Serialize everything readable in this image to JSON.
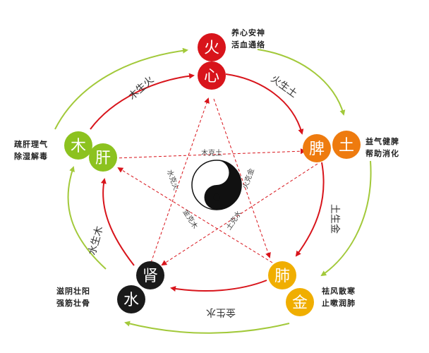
{
  "colors": {
    "fire": "#d8141b",
    "earth": "#ee7b0f",
    "metal": "#f0ae00",
    "water": "#1a1a1a",
    "wood": "#8cc21f",
    "arrow_green": "#a2c93a",
    "arrow_red": "#d8141b",
    "star_line": "#d8141b"
  },
  "elements": {
    "fire": {
      "element": "火",
      "organ": "心",
      "note": [
        "养心安神",
        "活血通络"
      ]
    },
    "earth": {
      "element": "土",
      "organ": "脾",
      "note": [
        "益气健脾",
        "帮助消化"
      ]
    },
    "metal": {
      "element": "金",
      "organ": "肺",
      "note": [
        "祛风散寒",
        "止嗽润肺"
      ]
    },
    "water": {
      "element": "水",
      "organ": "肾",
      "note": [
        "滋阴壮阳",
        "强筋壮骨"
      ]
    },
    "wood": {
      "element": "木",
      "organ": "肝",
      "note": [
        "疏肝理气",
        "除湿解毒"
      ]
    }
  },
  "generating": {
    "wood_fire": "木生火",
    "fire_earth": "火生土",
    "earth_metal": "土生金",
    "metal_water": "金生水",
    "water_wood": "水生木"
  },
  "controlling": {
    "wood_earth": "木克土",
    "water_fire": "水克火",
    "fire_metal": "火克金",
    "metal_wood": "金克木",
    "earth_water": "土克水"
  }
}
